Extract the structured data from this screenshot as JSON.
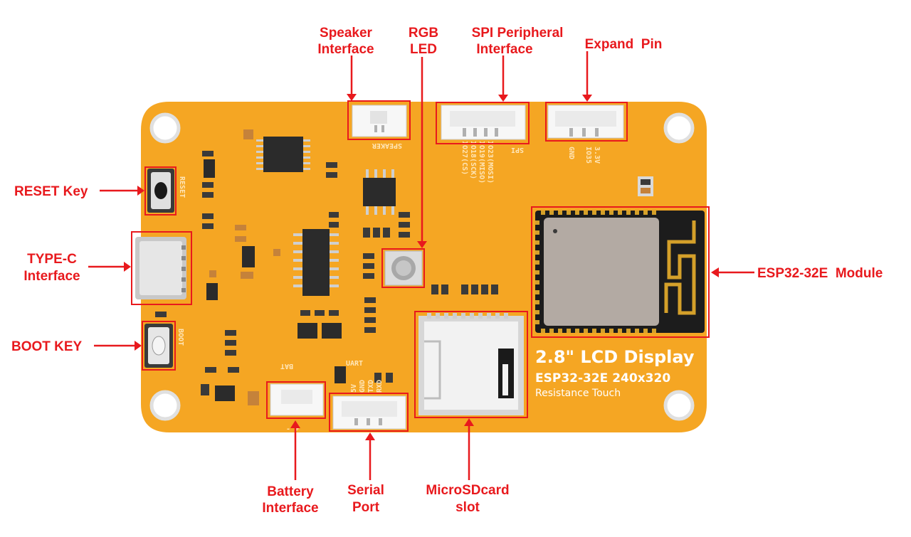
{
  "labels": {
    "speaker": [
      "Speaker",
      "Interface"
    ],
    "rgb_led": [
      "RGB",
      "LED"
    ],
    "spi": [
      "SPI Peripheral",
      "Interface"
    ],
    "expand_pin": "Expand  Pin",
    "reset_key": "RESET Key",
    "type_c": [
      "TYPE-C",
      "Interface"
    ],
    "boot_key": "BOOT KEY",
    "esp32": "ESP32-32E  Module",
    "battery": [
      "Battery",
      "Interface"
    ],
    "serial": [
      "Serial",
      "Port"
    ],
    "microsd": [
      "MicroSDcard",
      "slot"
    ]
  },
  "board_text": {
    "title": "2.8\" LCD Display",
    "model": "ESP32-32E  240x320",
    "touch": "Resistance Touch",
    "silk_reset": "RESET",
    "silk_boot": "BOOT",
    "silk_speaker": "SPEAKER",
    "silk_spi": "SPI",
    "silk_spi_pins": [
      "IO23(MOSI)",
      "IO19(MISO)",
      "IO18(SCK)",
      "IO27(CS)"
    ],
    "silk_expand_pins": [
      "GND",
      "IO35",
      "3.3V"
    ],
    "silk_uart": "UART",
    "silk_uart_pins": [
      "5V",
      "GND",
      "TXD",
      "RXD"
    ],
    "silk_bat": "BAT",
    "silk_bat_pol": "- +"
  },
  "colors": {
    "board": "#f5a623",
    "annotation": "#e8191d"
  }
}
